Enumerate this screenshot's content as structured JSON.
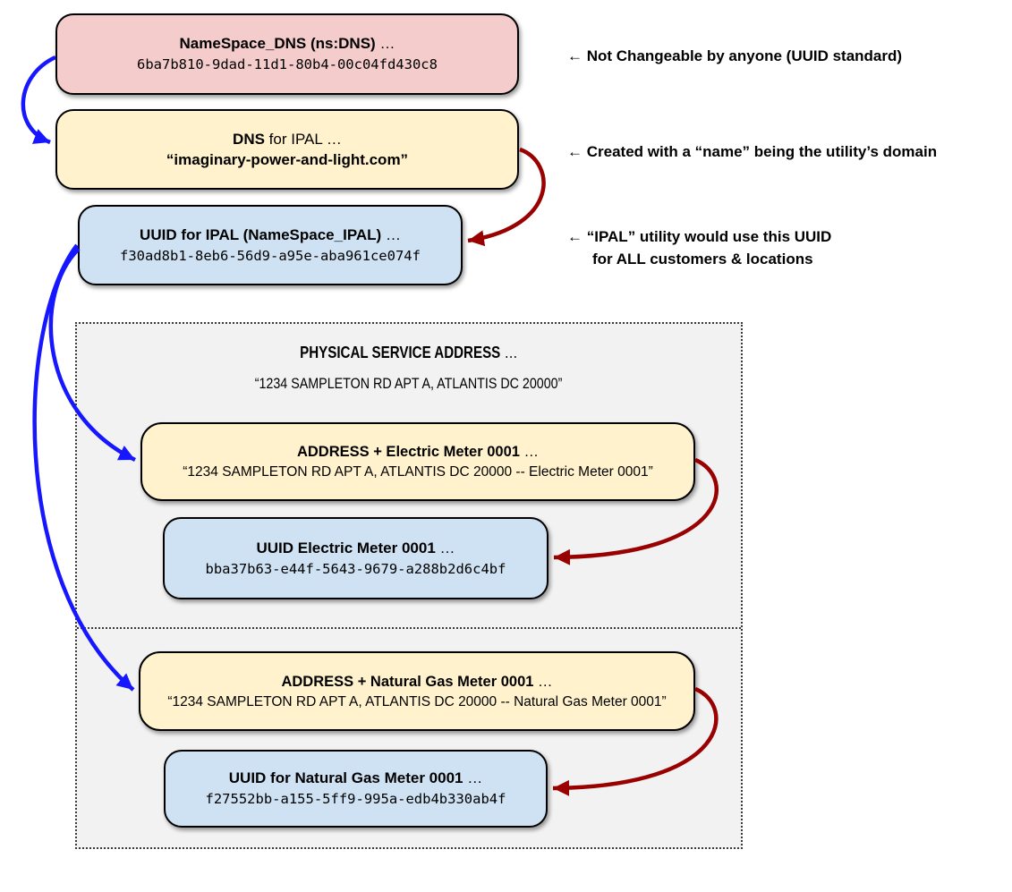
{
  "palette": {
    "pink_box": "#f4cccc",
    "yellow_box": "#fff2cc",
    "blue_box": "#cfe2f3",
    "container_gray": "#f2f2f2",
    "blue_arrow": "#1717ff",
    "red_arrow": "#990000",
    "border": "#000000"
  },
  "boxes": {
    "ns_dns": {
      "title_bold": "NameSpace_DNS (ns:DNS)",
      "title_rest": " …",
      "code": "6ba7b810-9dad-11d1-80b4-00c04fd430c8"
    },
    "dns_ipal": {
      "title_bold": "DNS",
      "title_rest": " for IPAL …",
      "line2_bold": "“imaginary-power-and-light.com”"
    },
    "uuid_ipal": {
      "title_bold": "UUID for IPAL (NameSpace_IPAL)",
      "title_rest": " …",
      "code": "f30ad8b1-8eb6-56d9-a95e-aba961ce074f"
    },
    "electric_address": {
      "title_bold": "ADDRESS + Electric Meter 0001",
      "title_rest": " …",
      "subtitle": "“1234 SAMPLETON RD APT A, ATLANTIS DC 20000 -- Electric Meter 0001”"
    },
    "electric_uuid": {
      "title_bold": "UUID Electric Meter 0001",
      "title_rest": " …",
      "code": "bba37b63-e44f-5643-9679-a288b2d6c4bf"
    },
    "gas_address": {
      "title_bold": "ADDRESS + Natural Gas Meter 0001",
      "title_rest": " …",
      "subtitle": "“1234 SAMPLETON RD APT A, ATLANTIS DC 20000 -- Natural Gas Meter 0001”"
    },
    "gas_uuid": {
      "title_bold": "UUID for Natural Gas Meter 0001",
      "title_rest": " …",
      "code": "f27552bb-a155-5ff9-995a-edb4b330ab4f"
    }
  },
  "service_address": {
    "heading_bold": "PHYSICAL SERVICE ADDRESS",
    "heading_rest": " …",
    "address": "“1234 SAMPLETON RD APT A, ATLANTIS DC 20000”"
  },
  "annotations": {
    "arrow_glyph": "←",
    "not_changeable": "Not Changeable by anyone (UUID standard)",
    "created_with_name": "Created with a “name” being the utility’s domain",
    "ipal_use_line1": "“IPAL” utility would use this UUID",
    "ipal_use_line2": "for ALL customers & locations"
  },
  "icons": {
    "blue_arrows": [
      "arrow-ns-dns-to-dns",
      "arrow-ipal-to-electric-address",
      "arrow-ipal-to-gas-address"
    ],
    "red_arrows": [
      "arrow-dns-to-ipal-uuid",
      "arrow-electric-address-to-electric-uuid",
      "arrow-gas-address-to-gas-uuid"
    ]
  }
}
